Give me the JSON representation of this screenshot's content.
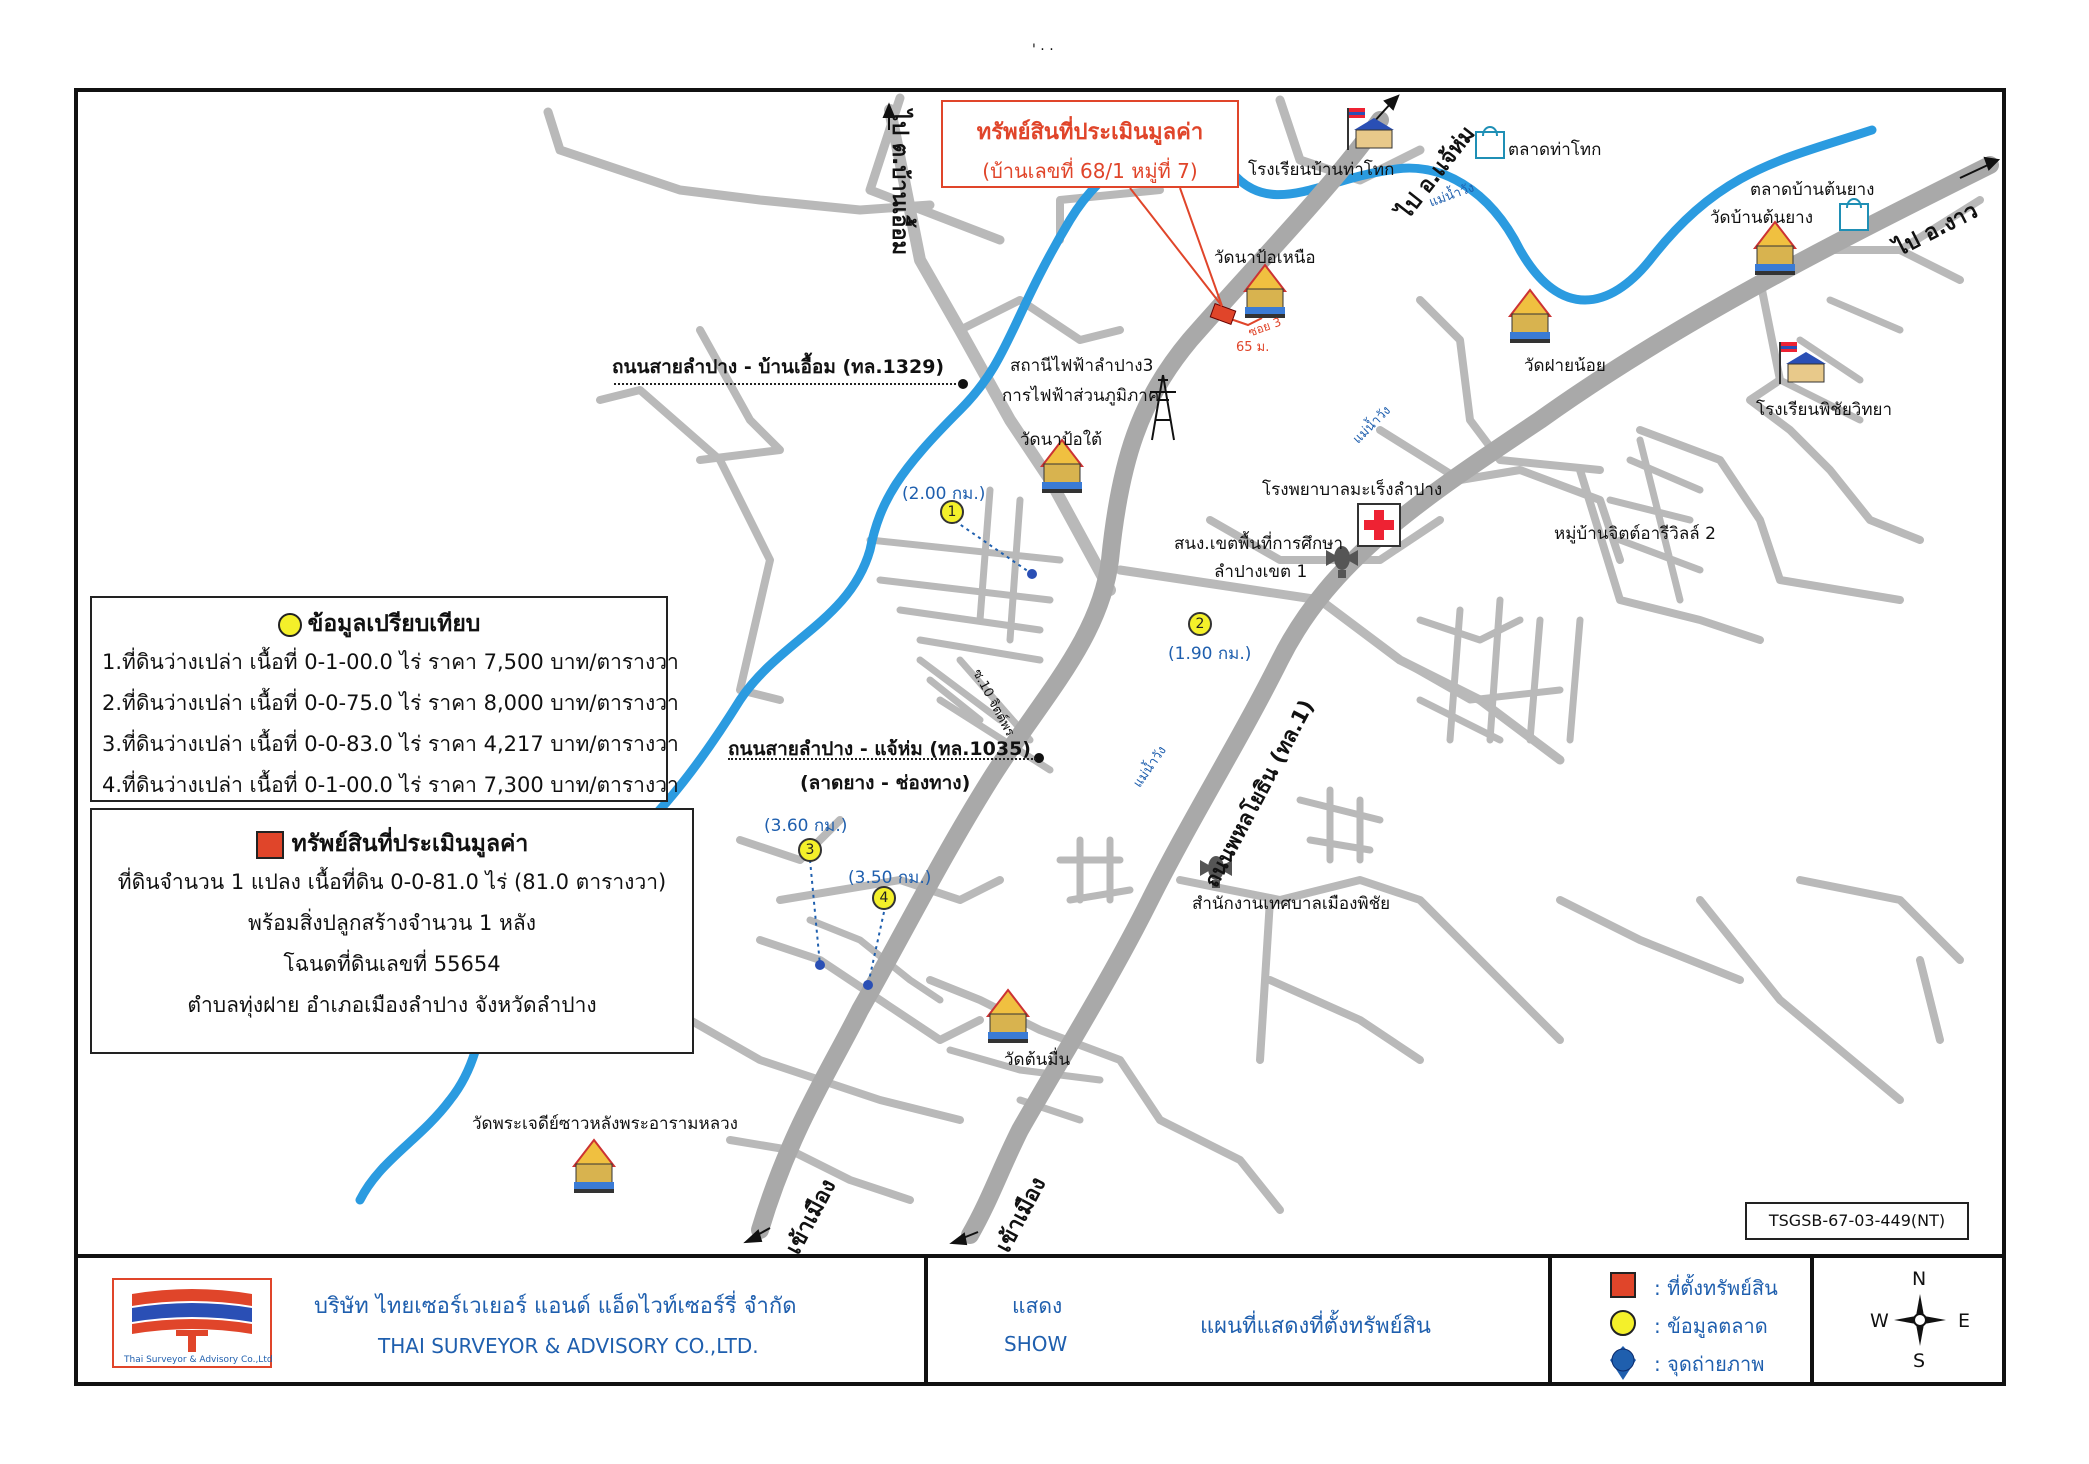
{
  "top_mark": "' · ·",
  "callout": {
    "title": "ทรัพย์สินที่ประเมินมูลค่า",
    "subtitle": "(บ้านเลขที่ 68/1 หมู่ที่ 7)"
  },
  "directions": {
    "to_ban_uam": "ไป ต.บ้านเอื้อม",
    "to_chae_hom": "ไป อ.แจ้ห่ม",
    "to_ngao": "ไป อ.งาว",
    "to_city_1": "เข้าเมือง",
    "to_city_2": "เข้าเมือง"
  },
  "roads": {
    "r1329": "ถนนสายลำปาง - บ้านเอื้อม (ทล.1329)",
    "r1035": "ถนนสายลำปาง - แจ้ห่ม (ทล.1035)",
    "r1035_sub": "(ลาดยาง - ช่องทาง)",
    "phahonyothin": "ถนนพหลโยธิน (ทล.1)",
    "soi": "ซ.10 จิตต์พร"
  },
  "river_labels": [
    "แม่น้ำวัง",
    "แม่น้ำวัง",
    "แม่น้ำวัง"
  ],
  "places": {
    "school_thatok": "โรงเรียนบ้านท่าโทก",
    "market_thatok": "ตลาดท่าโทก",
    "market_tonyang": "ตลาดบ้านต้นยาง",
    "wat_tonyang": "วัดบ้านต้นยาง",
    "wat_napo_nuea": "วัดนาป้อเหนือ",
    "power_station_1": "สถานีไฟฟ้าลำปาง3",
    "power_station_2": "การไฟฟ้าส่วนภูมิภาค",
    "wat_napo_tai": "วัดนาป้อใต้",
    "wat_fai_noi": "วัดฝายน้อย",
    "school_phichai": "โรงเรียนพิชัยวิทยา",
    "hospital": "โรงพยาบาลมะเร็งลำปาง",
    "edu_office_1": "สนง.เขตพื้นที่การศึกษา",
    "edu_office_2": "ลำปางเขต 1",
    "village": "หมู่บ้านจิตต์อารีวิลล์ 2",
    "municipality": "สำนักงานเทศบาลเมืองพิชัย",
    "wat_ton_min": "วัดต้นมื่น",
    "wat_phrachedi": "วัดพระเจดีย์ซาวหลังพระอารามหลวง"
  },
  "subject_marks": {
    "soi_label": "ซอย 3",
    "distance": "65 ม."
  },
  "comparables": [
    {
      "num": "1",
      "distance": "(2.00 กม.)"
    },
    {
      "num": "2",
      "distance": "(1.90 กม.)"
    },
    {
      "num": "3",
      "distance": "(3.60 กม.)"
    },
    {
      "num": "4",
      "distance": "(3.50 กม.)"
    }
  ],
  "legend_compare": {
    "title": "ข้อมูลเปรียบเทียบ",
    "rows": [
      "1.ที่ดินว่างเปล่า เนื้อที่ 0-1-00.0 ไร่ ราคา 7,500 บาท/ตารางวา",
      "2.ที่ดินว่างเปล่า เนื้อที่ 0-0-75.0 ไร่ ราคา 8,000 บาท/ตารางวา",
      "3.ที่ดินว่างเปล่า เนื้อที่ 0-0-83.0 ไร่ ราคา 4,217 บาท/ตารางวา",
      "4.ที่ดินว่างเปล่า เนื้อที่ 0-1-00.0 ไร่ ราคา 7,300 บาท/ตารางวา"
    ]
  },
  "legend_property": {
    "title": "ทรัพย์สินที่ประเมินมูลค่า",
    "rows": [
      "ที่ดินจำนวน 1 แปลง  เนื้อที่ดิน 0-0-81.0 ไร่ (81.0 ตารางวา)",
      "พร้อมสิ่งปลูกสร้างจำนวน 1 หลัง",
      "โฉนดที่ดินเลขที่ 55654",
      "ตำบลทุ่งฝาย  อำเภอเมืองลำปาง  จังหวัดลำปาง"
    ]
  },
  "code": "TSGSB-67-03-449(NT)",
  "footer": {
    "logo_caption": "Thai Surveyor & Advisory Co.,Ltd",
    "company_th": "บริษัท ไทยเซอร์เวเยอร์ แอนด์ แอ็ดไวท์เซอร์รี่ จำกัด",
    "company_en": "THAI SURVEYOR & ADVISORY CO.,LTD.",
    "show_th": "แสดง",
    "show_en": "SHOW",
    "map_title": "แผนที่แสดงที่ตั้งทรัพย์สิน",
    "legend": [
      {
        "icon": "red-square-icon",
        "label": ": ที่ตั้งทรัพย์สิน"
      },
      {
        "icon": "yellow-circle-icon",
        "label": ": ข้อมูลตลาด"
      },
      {
        "icon": "photo-point-icon",
        "label": ": จุดถ่ายภาพ"
      }
    ],
    "compass": {
      "n": "N",
      "s": "S",
      "e": "E",
      "w": "W"
    }
  },
  "colors": {
    "river": "#2b9be0",
    "road": "#b9b9b9",
    "subject": "#e0452a",
    "market_dot": "#f4f02a",
    "text_blue": "#1f5fae"
  }
}
